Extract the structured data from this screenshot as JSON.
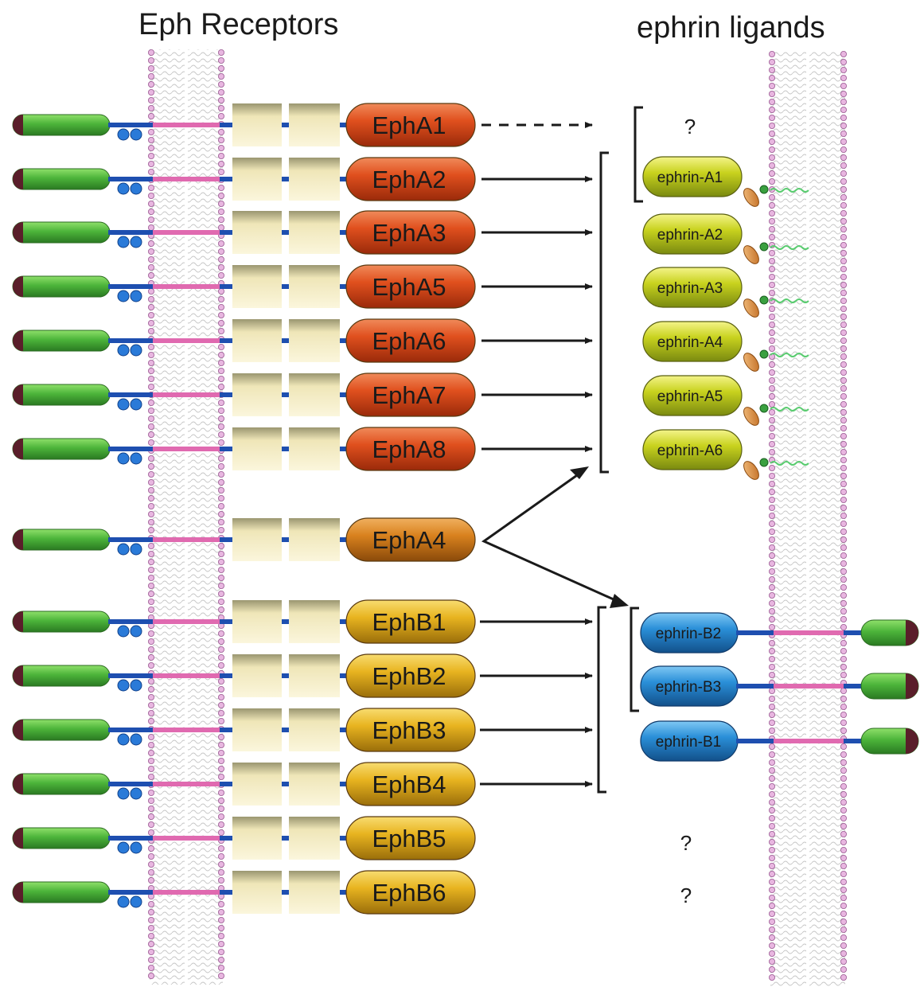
{
  "titles": {
    "receptors": "Eph Receptors",
    "ligands": "ephrin ligands"
  },
  "receptors": [
    {
      "label": "EphA1",
      "class": "A"
    },
    {
      "label": "EphA2",
      "class": "A"
    },
    {
      "label": "EphA3",
      "class": "A"
    },
    {
      "label": "EphA5",
      "class": "A"
    },
    {
      "label": "EphA6",
      "class": "A"
    },
    {
      "label": "EphA7",
      "class": "A"
    },
    {
      "label": "EphA8",
      "class": "A"
    },
    {
      "label": "EphA4",
      "class": "A4"
    },
    {
      "label": "EphB1",
      "class": "B"
    },
    {
      "label": "EphB2",
      "class": "B"
    },
    {
      "label": "EphB3",
      "class": "B"
    },
    {
      "label": "EphB4",
      "class": "B"
    },
    {
      "label": "EphB5",
      "class": "B"
    },
    {
      "label": "EphB6",
      "class": "B"
    }
  ],
  "ephrin_a": [
    "ephrin-A1",
    "ephrin-A2",
    "ephrin-A3",
    "ephrin-A4",
    "ephrin-A5",
    "ephrin-A6"
  ],
  "ephrin_b": [
    "ephrin-B2",
    "ephrin-B3",
    "ephrin-B1"
  ],
  "unknown_marks": [
    "?",
    "?",
    "?"
  ],
  "colors": {
    "ephA": "#e0501e",
    "ephA4": "#d9821e",
    "ephB": "#e8b420",
    "ephrinA": "#c8d21e",
    "ephrinB": "#2a8fd8",
    "green_domain": "#4cb43a",
    "membrane_pink": "#e06ab0",
    "linker_blue": "#1e4fb0",
    "fn_domain": "#efe6b8"
  }
}
